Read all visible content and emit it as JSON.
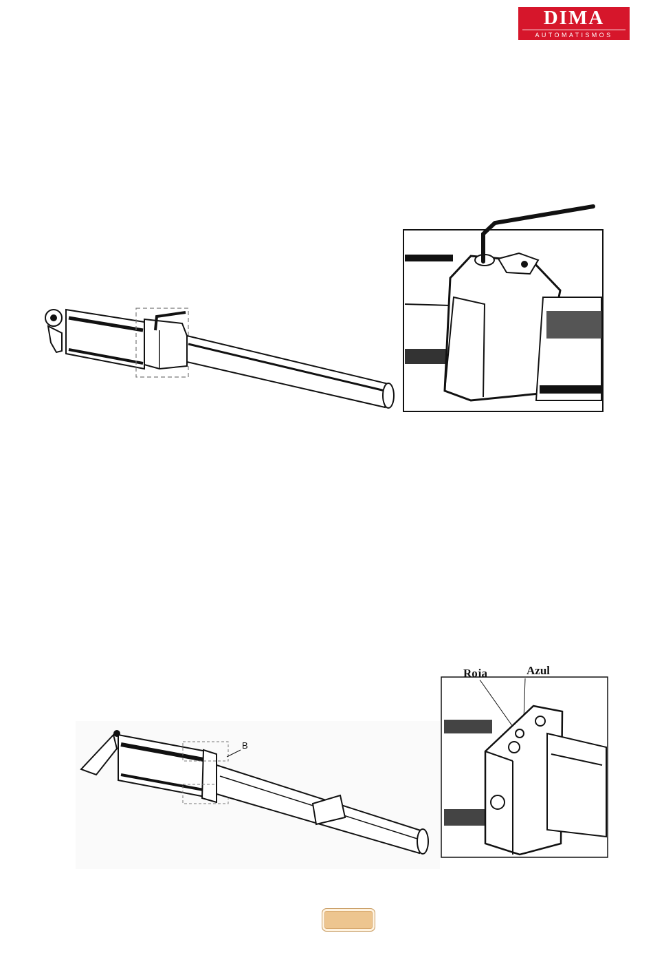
{
  "brand": {
    "name": "DIMA",
    "tagline": "AUTOMATISMOS"
  },
  "figure_bottom_detail": {
    "label_red": "Roja",
    "label_blue": "Azul"
  },
  "figure_bottom_overview": {
    "callout": "B"
  },
  "footer": {
    "page_number": ""
  }
}
